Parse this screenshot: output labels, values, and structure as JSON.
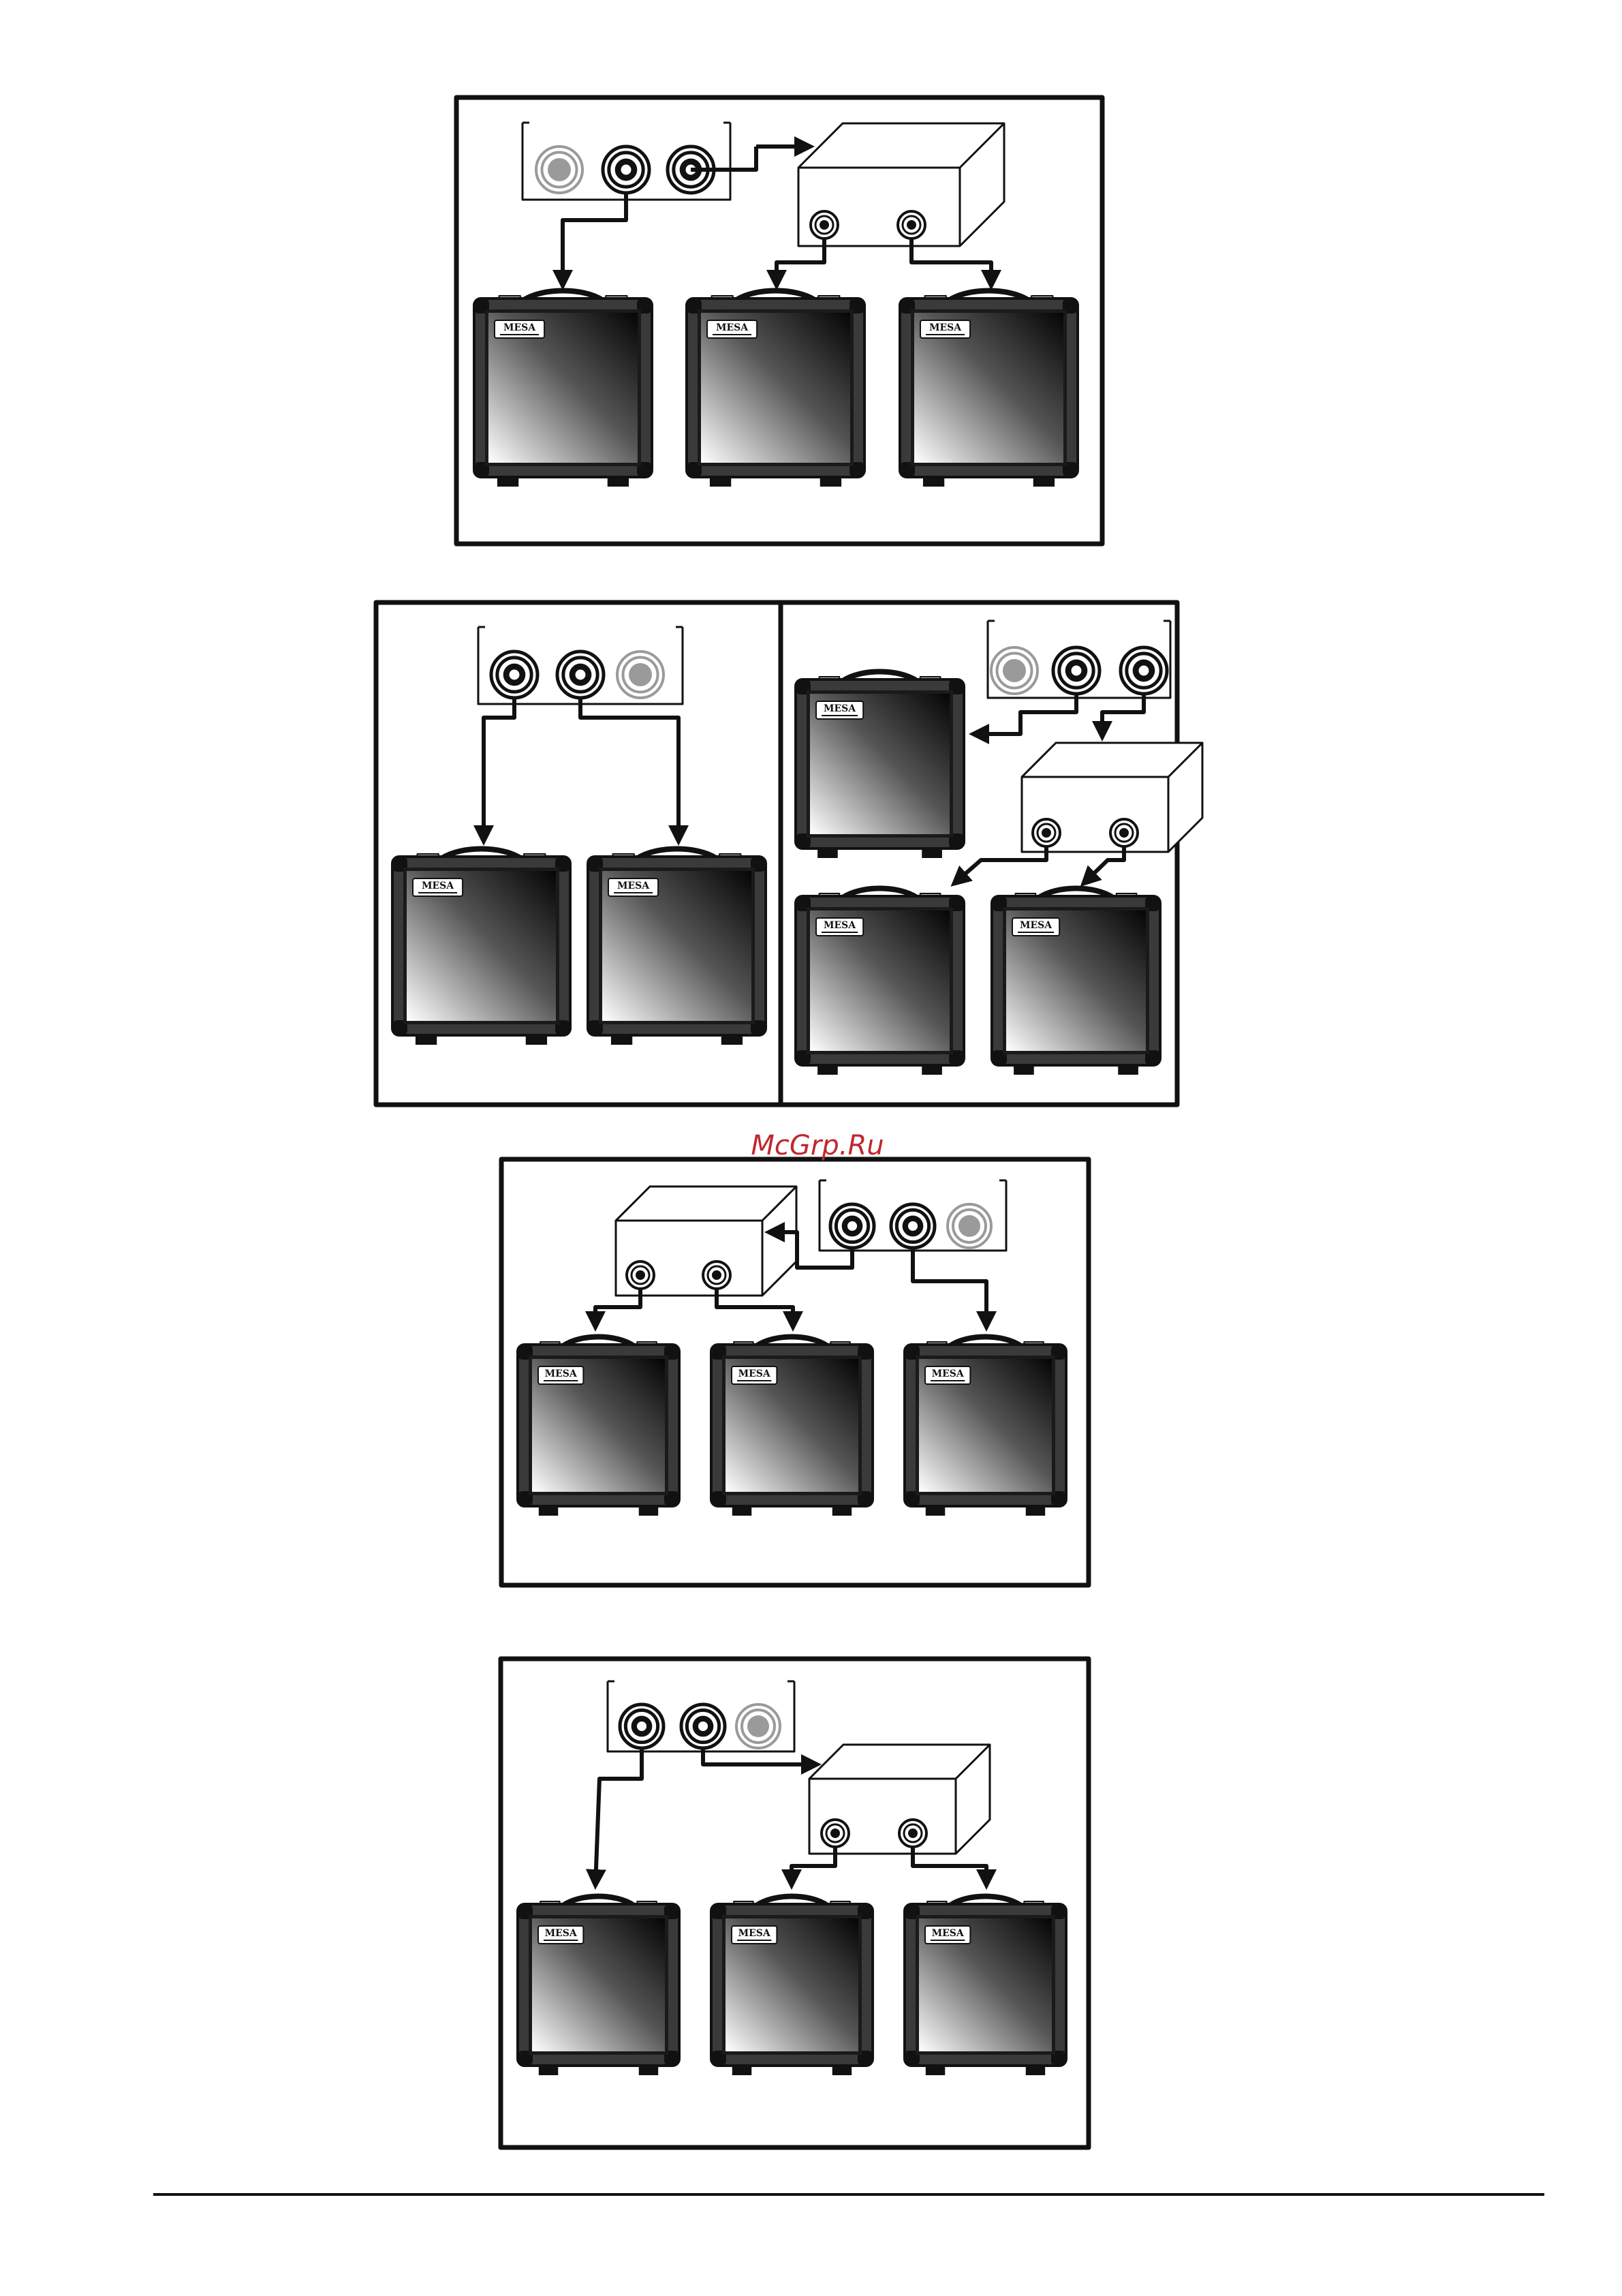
{
  "page": {
    "watermark": "McGrp.Ru"
  },
  "diagram": {
    "cabinet_logo": "MESA",
    "panels": [
      {
        "id": "panel-1",
        "description_none": ""
      },
      {
        "id": "panel-2a"
      },
      {
        "id": "panel-2b"
      },
      {
        "id": "panel-3"
      },
      {
        "id": "panel-4"
      }
    ]
  },
  "colors": {
    "ink": "#111111",
    "cabinet_body": "#3a3a3a",
    "cabinet_corner": "#111111",
    "unused_jack": "#9a9a9a",
    "watermark": "#c0282d"
  },
  "icons": [
    "speaker-jack-icon",
    "splitter-box-icon",
    "speaker-cabinet-icon",
    "signal-arrow-icon"
  ]
}
